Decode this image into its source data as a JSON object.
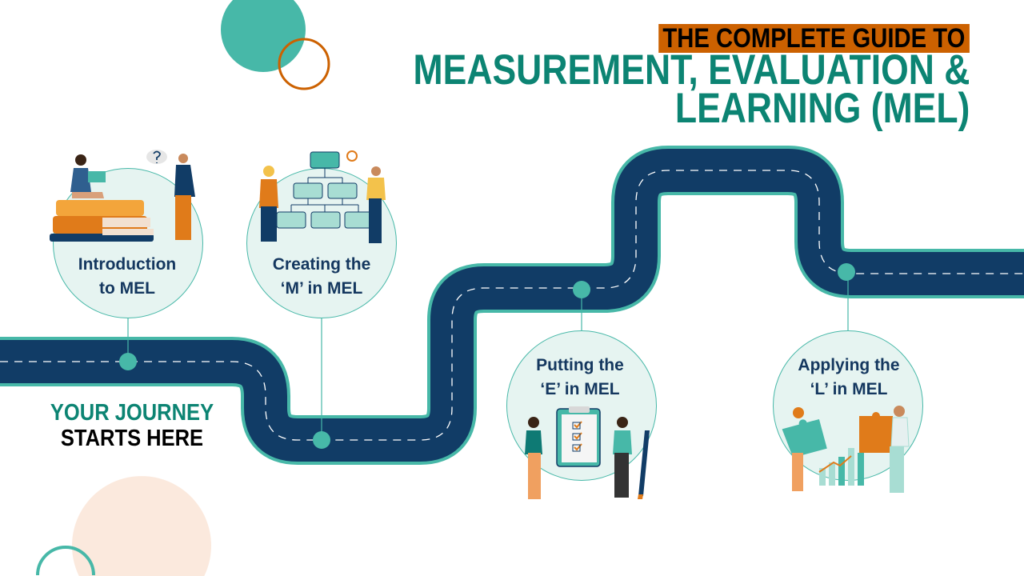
{
  "header": {
    "kicker": "THE COMPLETE GUIDE TO",
    "title_line1": "MEASUREMENT, EVALUATION &",
    "title_line2": "LEARNING (MEL)"
  },
  "start": {
    "line1": "YOUR JOURNEY",
    "line2": "STARTS HERE"
  },
  "stages": [
    {
      "line1": "Introduction",
      "line2": "to MEL"
    },
    {
      "line1": "Creating the",
      "line2": "‘M’ in MEL"
    },
    {
      "line1": "Putting the",
      "line2": "‘E’ in MEL"
    },
    {
      "line1": "Applying the",
      "line2": "‘L’ in MEL"
    }
  ],
  "colors": {
    "road": "#113c66",
    "road_edge": "#47b8a8",
    "teal": "#0c8473",
    "orange": "#cc6100",
    "peach": "#fbe9dd"
  }
}
